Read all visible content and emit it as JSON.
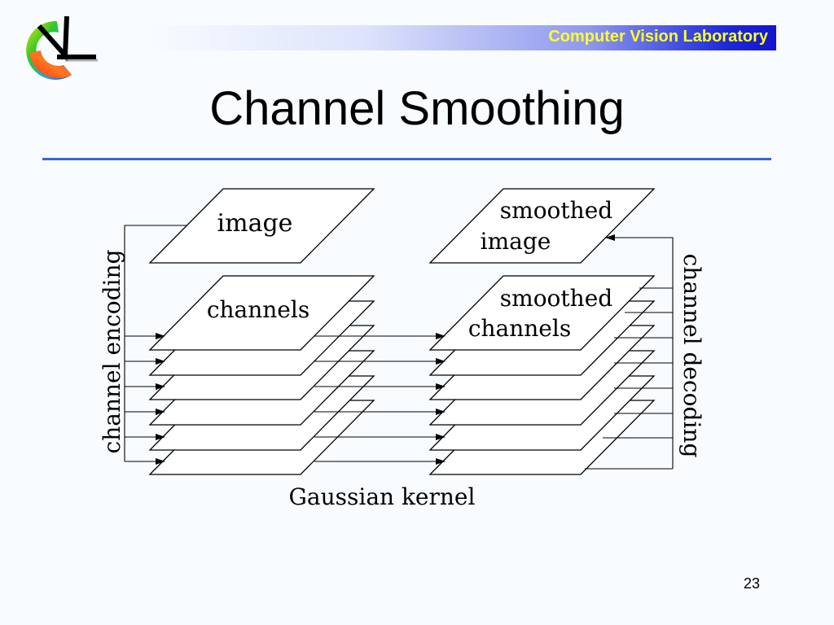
{
  "header": {
    "lab_name": "Computer Vision Laboratory",
    "logo": "vl-logo-color-wheel"
  },
  "slide": {
    "title": "Channel Smoothing",
    "page_number": "23"
  },
  "diagram": {
    "input_label": "image",
    "channels_label": "channels",
    "output_label_line1": "smoothed",
    "output_label_line2": "image",
    "smoothed_channels_line1": "smoothed",
    "smoothed_channels_line2": "channels",
    "encoding_label": "channel encoding",
    "decoding_label": "channel decoding",
    "kernel_label": "Gaussian kernel",
    "channel_count": 6
  },
  "colors": {
    "title_rule": "#3a62e0",
    "lab_name_text": "#ffff2a",
    "header_band_end": "#1313cf"
  }
}
